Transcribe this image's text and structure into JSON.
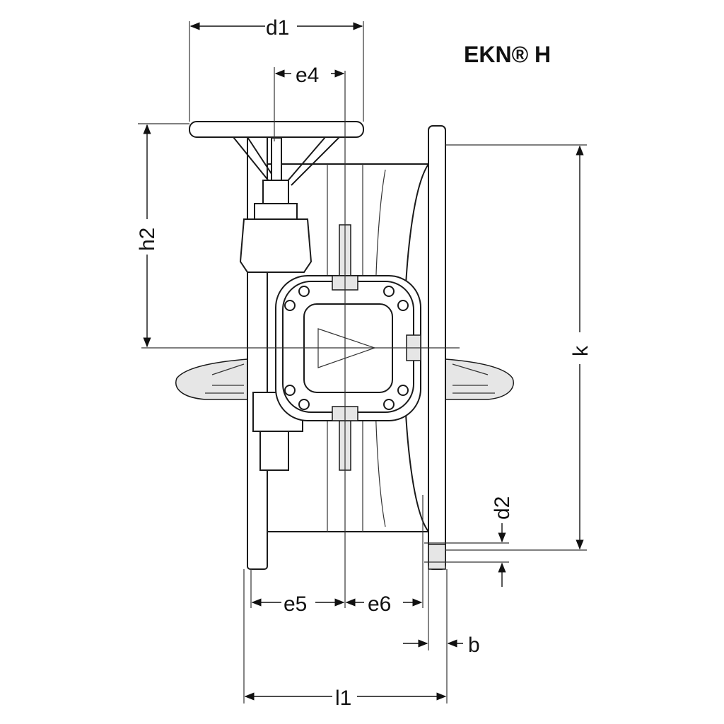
{
  "title": "EKN® H",
  "dimensions": {
    "d1": "d1",
    "e4": "e4",
    "h2": "h2",
    "k": "k",
    "d2": "d2",
    "e5": "e5",
    "e6": "e6",
    "b": "b",
    "l1": "l1"
  }
}
